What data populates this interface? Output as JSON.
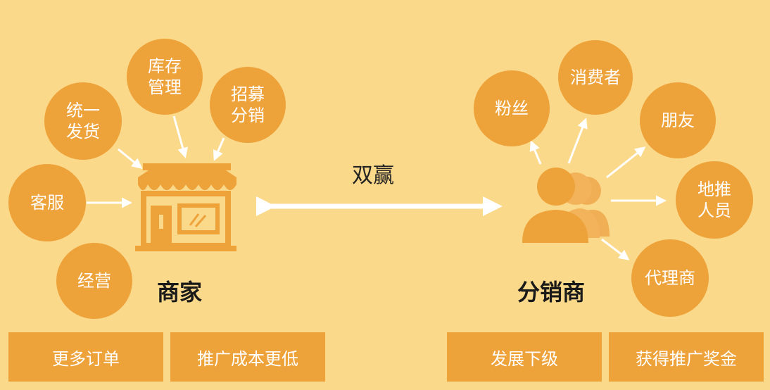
{
  "merchant": {
    "title": "商家",
    "nodes": {
      "inventory": "库存\n管理",
      "unified_shipping": "统一\n发货",
      "recruit": "招募\n分销",
      "customer_service": "客服",
      "operation": "经营"
    }
  },
  "center": {
    "label": "双赢"
  },
  "distributor": {
    "title": "分销商",
    "nodes": {
      "fans": "粉丝",
      "consumers": "消费者",
      "friends": "朋友",
      "promoters": "地推\n人员",
      "agents": "代理商"
    }
  },
  "buttons": {
    "more_orders": "更多订单",
    "lower_cost": "推广成本更低",
    "develop_subordinates": "发展下级",
    "get_bonus": "获得推广奖金"
  },
  "colors": {
    "background": "#fbd98a",
    "accent": "#eea23a",
    "arrow": "#ffffff"
  }
}
